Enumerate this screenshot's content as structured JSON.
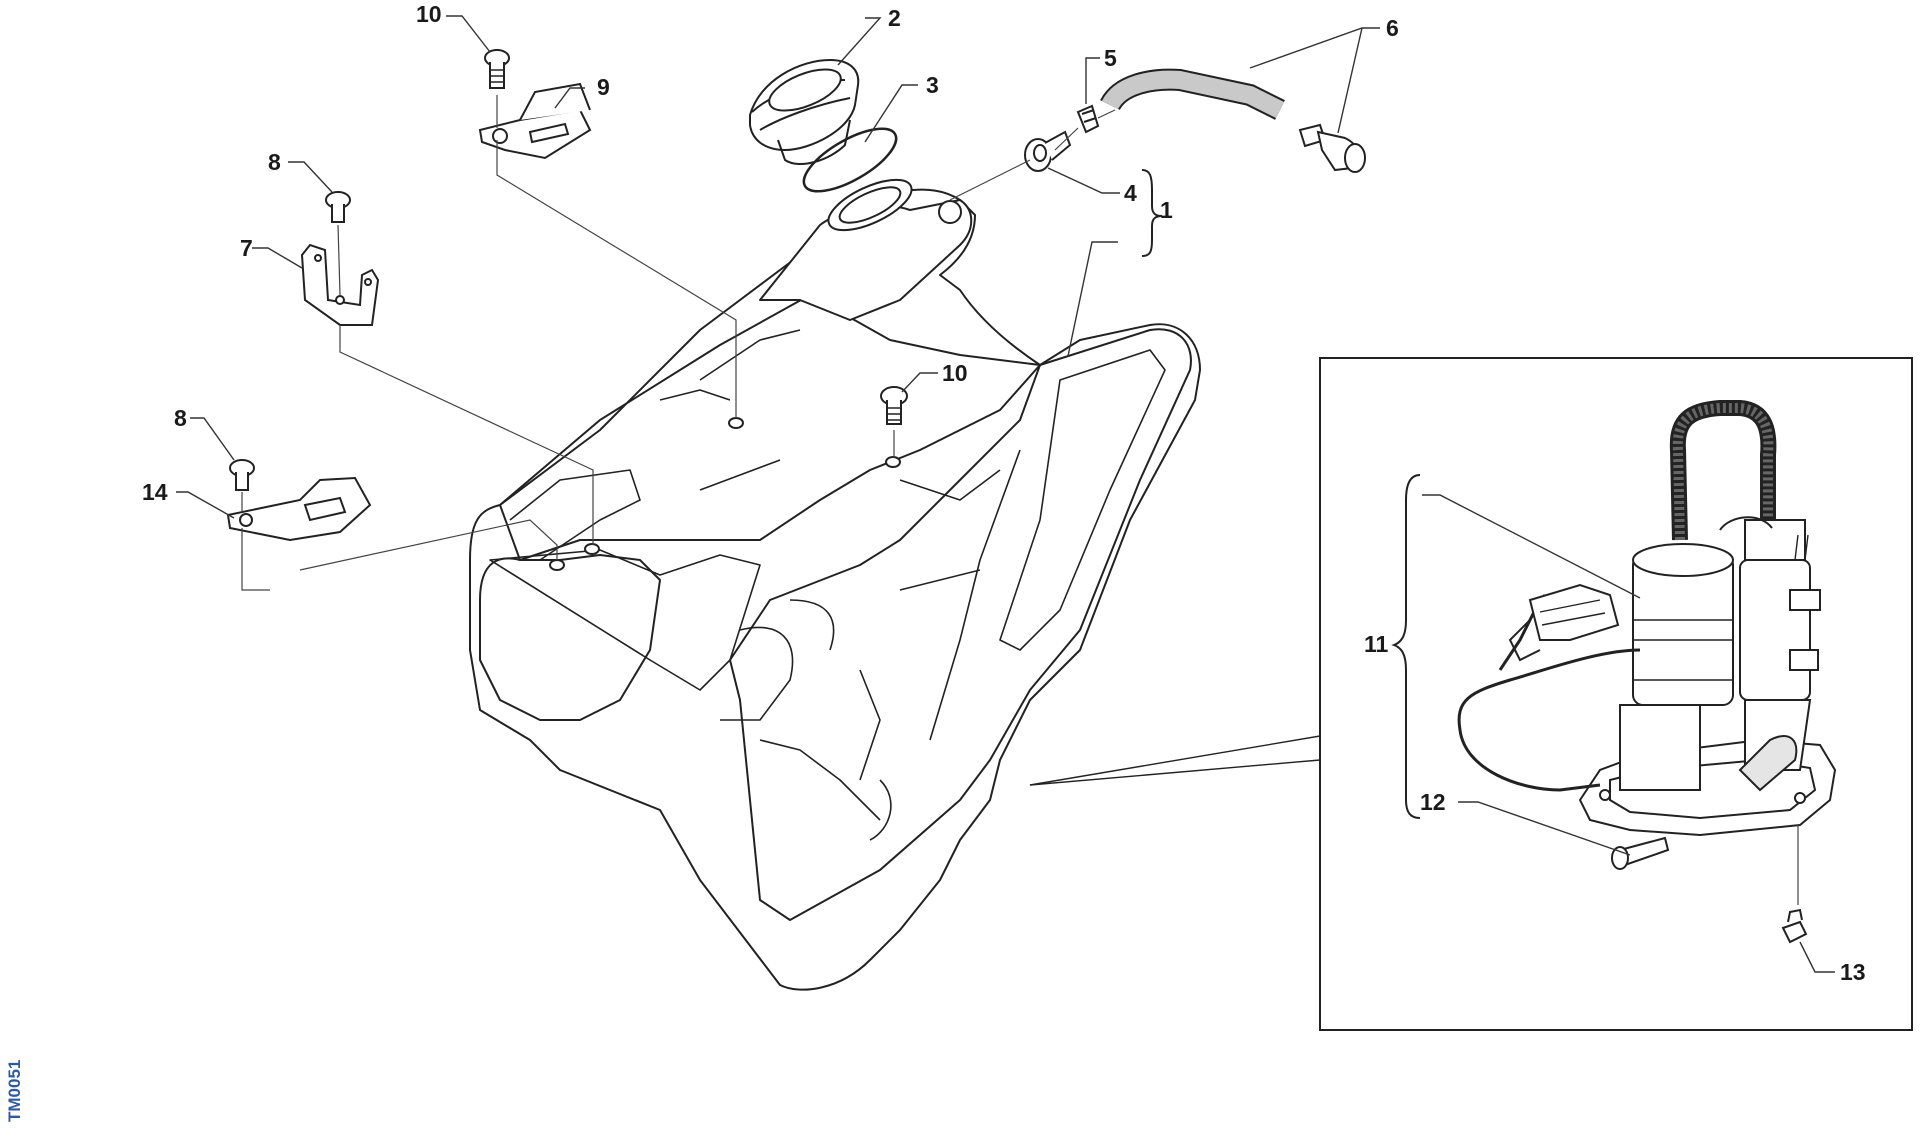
{
  "diagram": {
    "drawing_code": "TM0051",
    "callouts": {
      "c1": "1",
      "c2": "2",
      "c3": "3",
      "c4": "4",
      "c5": "5",
      "c6": "6",
      "c7": "7",
      "c8a": "8",
      "c8b": "8",
      "c9": "9",
      "c10a": "10",
      "c10b": "10",
      "c11": "11",
      "c12": "12",
      "c13": "13",
      "c14": "14"
    }
  }
}
